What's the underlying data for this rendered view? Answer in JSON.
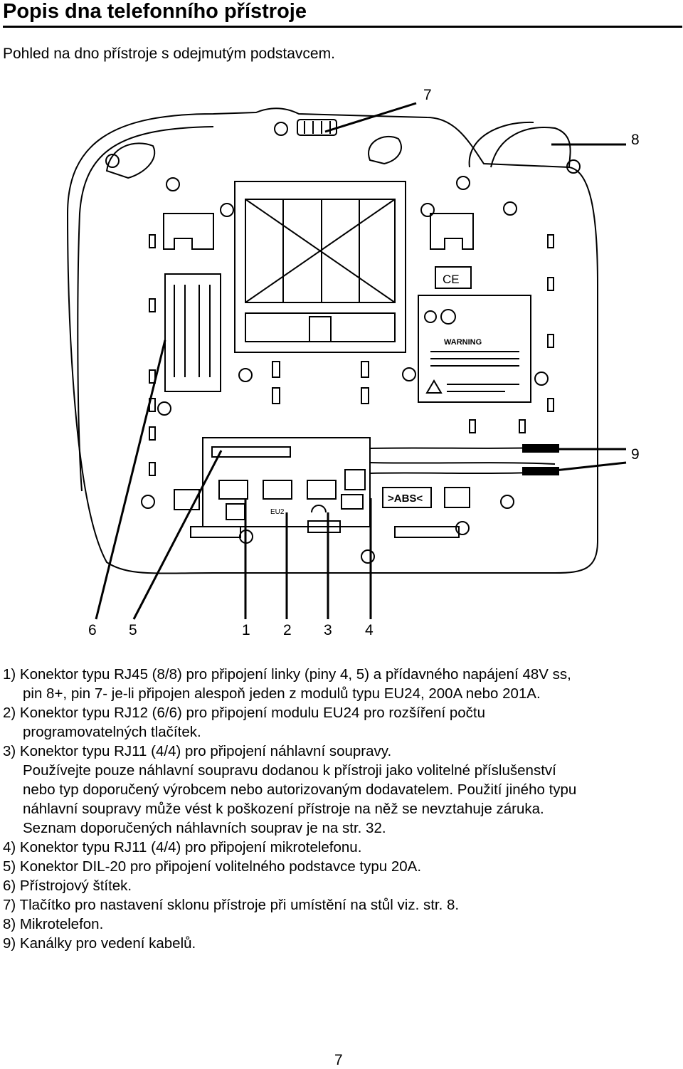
{
  "title": "Popis dna telefonního přístroje",
  "subtitle": "Pohled na dno přístroje s odejmutým podstavcem.",
  "callouts": {
    "c1": "1",
    "c2": "2",
    "c3": "3",
    "c4": "4",
    "c5": "5",
    "c6": "6",
    "c7": "7",
    "c8": "8",
    "c9": "9"
  },
  "diagram_text": {
    "warning": "WARNING",
    "abs": ">ABS<",
    "eu2": "EU2",
    "ce": "CE"
  },
  "lines": [
    "1) Konektor typu RJ45 (8/8) pro připojení linky (piny 4, 5) a přídavného napájení 48V ss,",
    "pin 8+, pin 7- je-li připojen alespoň jeden z modulů typu EU24, 200A nebo 201A.",
    "2) Konektor typu RJ12 (6/6) pro připojení modulu EU24 pro rozšíření počtu",
    "programovatelných tlačítek.",
    "3) Konektor typu RJ11 (4/4) pro připojení náhlavní soupravy.",
    "Používejte pouze náhlavní soupravu dodanou k přístroji jako volitelné příslušenství",
    "nebo typ doporučený výrobcem nebo autorizovaným dodavatelem. Použití jiného typu",
    "náhlavní soupravy může vést k poškození přístroje na něž se nevztahuje záruka.",
    "Seznam doporučených náhlavních souprav je na str. 32.",
    "4) Konektor typu RJ11 (4/4) pro připojení mikrotelefonu.",
    "5) Konektor DIL-20 pro připojení volitelného podstavce typu 20A.",
    "6) Přístrojový štítek.",
    "7) Tlačítko pro nastavení sklonu přístroje při umístění na stůl viz. str. 8.",
    "8) Mikrotelefon.",
    "9) Kanálky pro vedení kabelů."
  ],
  "page_number": "7"
}
